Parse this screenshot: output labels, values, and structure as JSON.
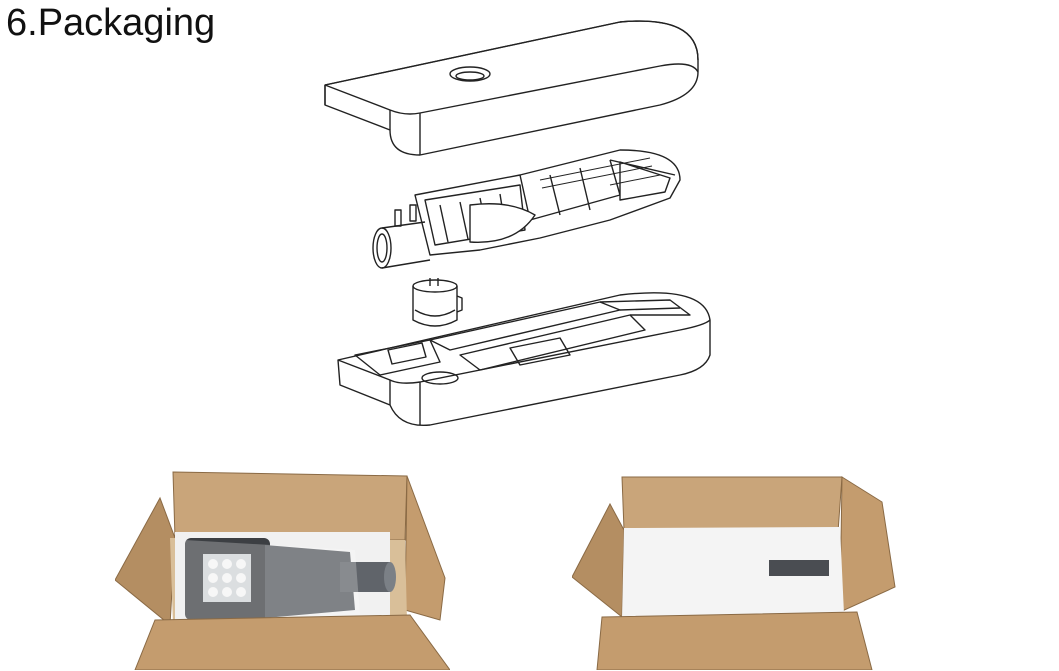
{
  "heading": "6.Packaging",
  "figures": {
    "exploded_drawing": "exploded-packaging-line-drawing",
    "photo_open_box": "open-box-with-fixture",
    "photo_closed_foam": "open-box-with-foam-lid"
  },
  "colors": {
    "cardboard": "#c9a57a",
    "cardboard_dark": "#a98358",
    "foam": "#f2f2f2",
    "line": "#222222"
  }
}
